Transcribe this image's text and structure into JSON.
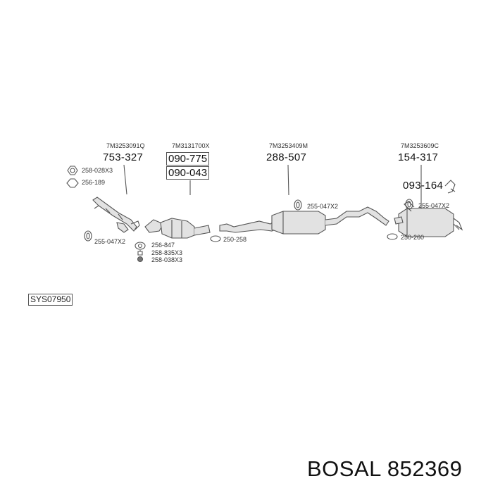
{
  "colors": {
    "line": "#555555",
    "part": "#e2e2e2",
    "text": "#111111"
  },
  "sections": {
    "downpipe": {
      "oe_number": "7M3253091Q",
      "part_numbers": [
        "753-327"
      ],
      "accessories": [
        "258-028X3",
        "256-189",
        "255-047X2"
      ]
    },
    "catalyst": {
      "oe_number": "7M3131700X",
      "part_numbers": [
        "090-775",
        "090-043"
      ],
      "accessories": [
        "256-847",
        "258-835X3",
        "258-038X3"
      ]
    },
    "middle_silencer": {
      "oe_number": "7M3253409M",
      "part_numbers": [
        "288-507"
      ],
      "accessories": [
        "255-047X2",
        "250-258"
      ]
    },
    "rear_silencer": {
      "oe_number": "7M3253609C",
      "part_numbers": [
        "154-317",
        "093-164"
      ],
      "accessories": [
        "255-047X2",
        "250-260"
      ]
    }
  },
  "system_code": "SYS07950",
  "brand": "BOSAL",
  "article_number": "852369"
}
